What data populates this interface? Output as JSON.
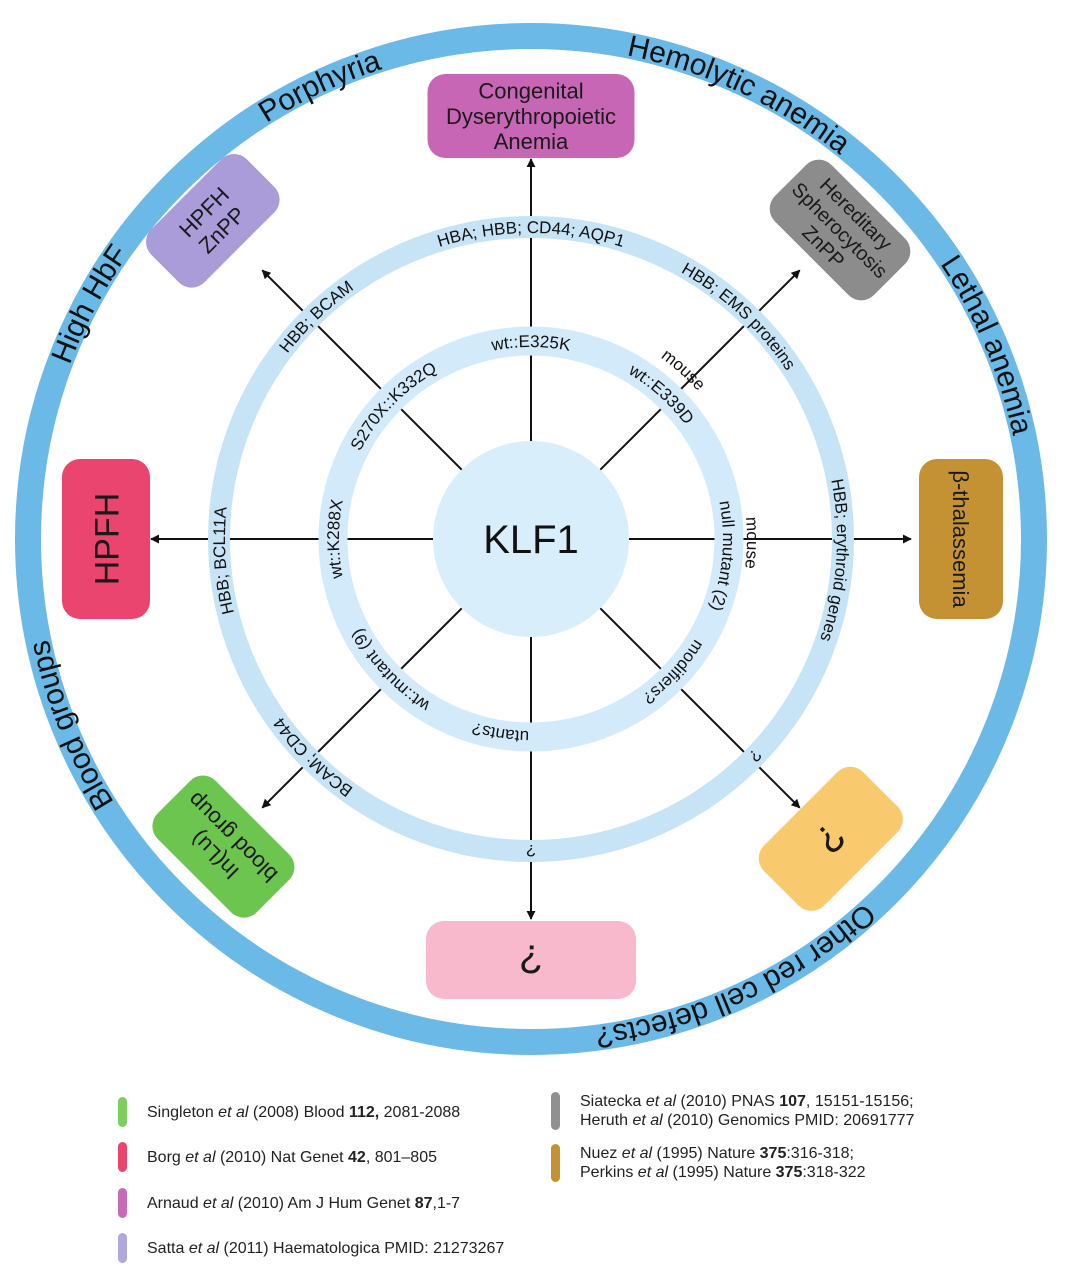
{
  "center_label": "KLF1",
  "outer_ring_labels": [
    "Porphyria",
    "Hemolytic anemia",
    "Lethal anemia",
    "Other red cell defects?",
    "Blood groups",
    "High HbF"
  ],
  "inner_ring_labels": [
    "wt::E325K",
    "wt::E339D",
    "mouse",
    "null mutant (2)",
    "mouse",
    "modifiers?",
    "novel mutants?",
    "wt::mutant (9)",
    "wt::K288X",
    "S270X::K332Q"
  ],
  "middle_ring_labels": [
    "HBA; HBB; CD44; AQP1",
    "HBB; EMS proteins",
    "HBB; erythroid genes",
    "?",
    "?",
    "BCAM; CD44",
    "HBB; BCL11A",
    "HBB; BCAM"
  ],
  "phenotype_boxes": [
    {
      "lines": [
        "Congenital",
        "Dyserythropoietic",
        "Anemia"
      ],
      "color": "#c866b6"
    },
    {
      "lines": [
        "Hereditary",
        "Spherocytosis",
        "ZnPP"
      ],
      "color": "#8c8c8c"
    },
    {
      "lines": [
        "β-thalassemia"
      ],
      "color": "#c49232"
    },
    {
      "lines": [
        "?"
      ],
      "color": "#f9c96e"
    },
    {
      "lines": [
        "?"
      ],
      "color": "#f8b9cd"
    },
    {
      "lines": [
        "In(Lu)",
        "blood group"
      ],
      "color": "#6cc54e"
    },
    {
      "lines": [
        "HPFH"
      ],
      "color": "#e9456e"
    },
    {
      "lines": [
        "HPFH",
        "ZnPP"
      ],
      "color": "#a99cd8"
    }
  ],
  "colors": {
    "outer_ring": "#6bb9e7",
    "middle_ring": "#c7e4f7",
    "inner_ring": "#d3eafa",
    "center": "#d9eefb",
    "arrow": "#111111"
  },
  "legend": [
    {
      "color": "#7ccf5c",
      "lines": [
        [
          {
            "t": "Singleton "
          },
          {
            "t": "et al",
            "s": "i"
          },
          {
            "t": " (2008) Blood "
          },
          {
            "t": "112,",
            "s": "b"
          },
          {
            "t": " 2081-2088"
          }
        ]
      ]
    },
    {
      "color": "#e9456e",
      "lines": [
        [
          {
            "t": "Borg "
          },
          {
            "t": "et al",
            "s": "i"
          },
          {
            "t": " (2010) Nat Genet "
          },
          {
            "t": "42",
            "s": "b"
          },
          {
            "t": ", 801–805"
          }
        ]
      ]
    },
    {
      "color": "#c86ab8",
      "lines": [
        [
          {
            "t": "Arnaud "
          },
          {
            "t": "et al",
            "s": "i"
          },
          {
            "t": " (2010) Am J Hum Genet "
          },
          {
            "t": "87",
            "s": "b"
          },
          {
            "t": ",1-7"
          }
        ]
      ]
    },
    {
      "color": "#b0a8dc",
      "lines": [
        [
          {
            "t": "Satta "
          },
          {
            "t": "et al",
            "s": "i"
          },
          {
            "t": " (2011) Haematologica PMID: 21273267"
          }
        ]
      ]
    },
    {
      "color": "#909090",
      "lines": [
        [
          {
            "t": "Siatecka "
          },
          {
            "t": "et al",
            "s": "i"
          },
          {
            "t": " (2010) PNAS "
          },
          {
            "t": "107",
            "s": "b"
          },
          {
            "t": ", 15151-15156;"
          }
        ],
        [
          {
            "t": "Heruth "
          },
          {
            "t": "et al",
            "s": "i"
          },
          {
            "t": " (2010) Genomics PMID: 20691777"
          }
        ]
      ]
    },
    {
      "color": "#c49232",
      "lines": [
        [
          {
            "t": "Nuez "
          },
          {
            "t": "et al",
            "s": "i"
          },
          {
            "t": " (1995) Nature "
          },
          {
            "t": "375",
            "s": "b"
          },
          {
            "t": ":316-318;"
          }
        ],
        [
          {
            "t": "Perkins "
          },
          {
            "t": "et al",
            "s": "i"
          },
          {
            "t": " (1995) Nature "
          },
          {
            "t": "375",
            "s": "b"
          },
          {
            "t": ":318-322"
          }
        ]
      ]
    }
  ]
}
